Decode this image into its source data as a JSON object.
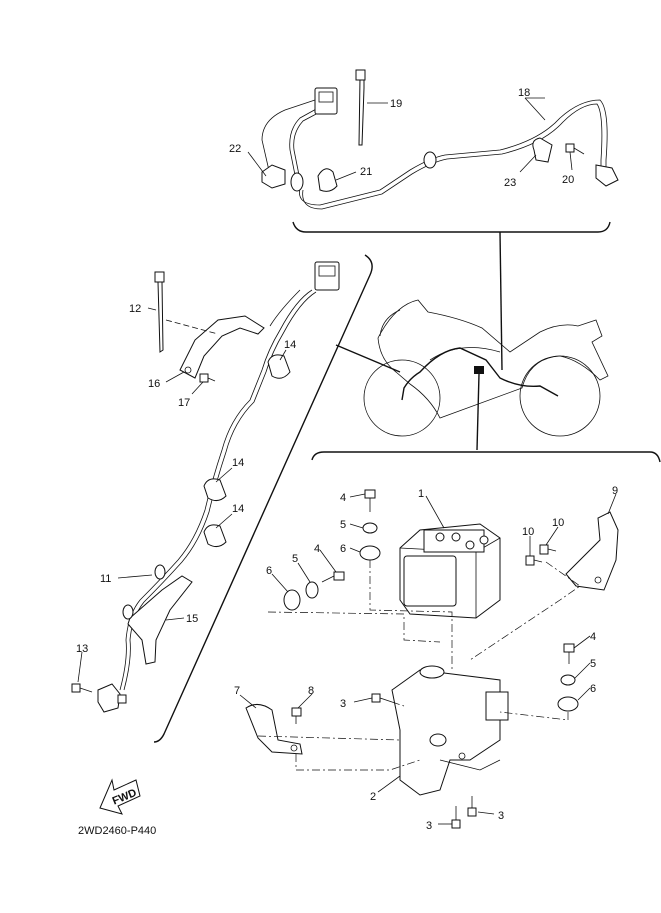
{
  "diagram": {
    "code": "2WD2460-P440",
    "fwd_label": "FWD",
    "callouts": {
      "c1": "1",
      "c2": "2",
      "c3a": "3",
      "c3b": "3",
      "c3c": "3",
      "c4a": "4",
      "c4b": "4",
      "c4c": "4",
      "c5a": "5",
      "c5b": "5",
      "c5c": "5",
      "c6a": "6",
      "c6b": "6",
      "c6c": "6",
      "c7": "7",
      "c8": "8",
      "c9": "9",
      "c10a": "10",
      "c10b": "10",
      "c11": "11",
      "c12": "12",
      "c13": "13",
      "c14a": "14",
      "c14b": "14",
      "c14c": "14",
      "c15": "15",
      "c16": "16",
      "c17": "17",
      "c18": "18",
      "c19": "19",
      "c20": "20",
      "c21": "21",
      "c22": "22",
      "c23": "23"
    }
  }
}
